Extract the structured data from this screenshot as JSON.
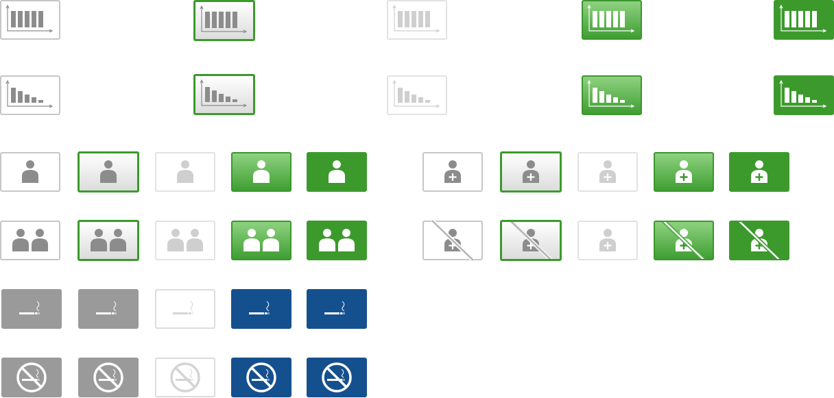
{
  "states": [
    "normal",
    "hover",
    "disabled",
    "pressed",
    "selected"
  ],
  "icon_sets": [
    {
      "name": "bar-chart-icon",
      "row": "chart-uniform"
    },
    {
      "name": "descending-bar-chart-icon",
      "row": "chart-descending"
    },
    {
      "name": "person-icon",
      "row": "single-person"
    },
    {
      "name": "medical-person-icon",
      "row": "single-medical-person"
    },
    {
      "name": "two-people-icon",
      "row": "two-people"
    },
    {
      "name": "no-medical-person-icon",
      "row": "no-medical-person"
    },
    {
      "name": "cigarette-icon",
      "row": "smoking"
    },
    {
      "name": "no-smoking-icon",
      "row": "no-smoking"
    }
  ],
  "colors": {
    "green_accent": "#3c9a2c",
    "green_light": "#8fd281",
    "blue_accent": "#15508e",
    "grey_fill": "#9a9a9a",
    "icon_grey": "#8c8c8c",
    "icon_disabled": "#cfcfcf",
    "border_normal": "#c6c6c6"
  }
}
